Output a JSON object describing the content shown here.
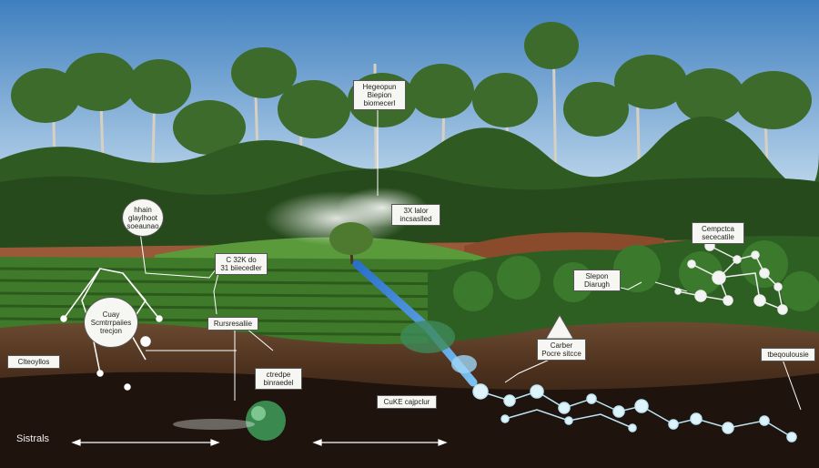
{
  "scene": {
    "description_labels": {
      "top_sign": "Hegeopun\nBiepion\nbiomecerl",
      "left_bubble": "hhain\nglaylhoot\nsoeaunao",
      "mid_box": "3X lalor\nincsaslled",
      "small_box": "C 32K do\n31 biiecedler",
      "right_top": "Cempctca\nsececatile",
      "right_mid": "Slepon\nDiarugh",
      "big_bubble": "Cuay\nScmtrrpaiies\ntrecjon",
      "rurses_box": "Rursresaliie",
      "carbon_box": "Carber\nPocre sitcce",
      "ctredpe_box": "ctredpe\nbinraedel",
      "left_soil": "Clteoyllos",
      "right_soil": "tbeqoulousie",
      "cuke_box": "CuKE cajpclur",
      "corner_title": "Sistrals"
    },
    "colors": {
      "sky_top": "#3f7fbf",
      "sky_bottom": "#c9dff0",
      "forest": "#2f5a22",
      "field": "#3f7a2a",
      "soil": "#5a3a24",
      "deep_soil": "#1e140d",
      "molecule": "#bfe6f7"
    }
  }
}
